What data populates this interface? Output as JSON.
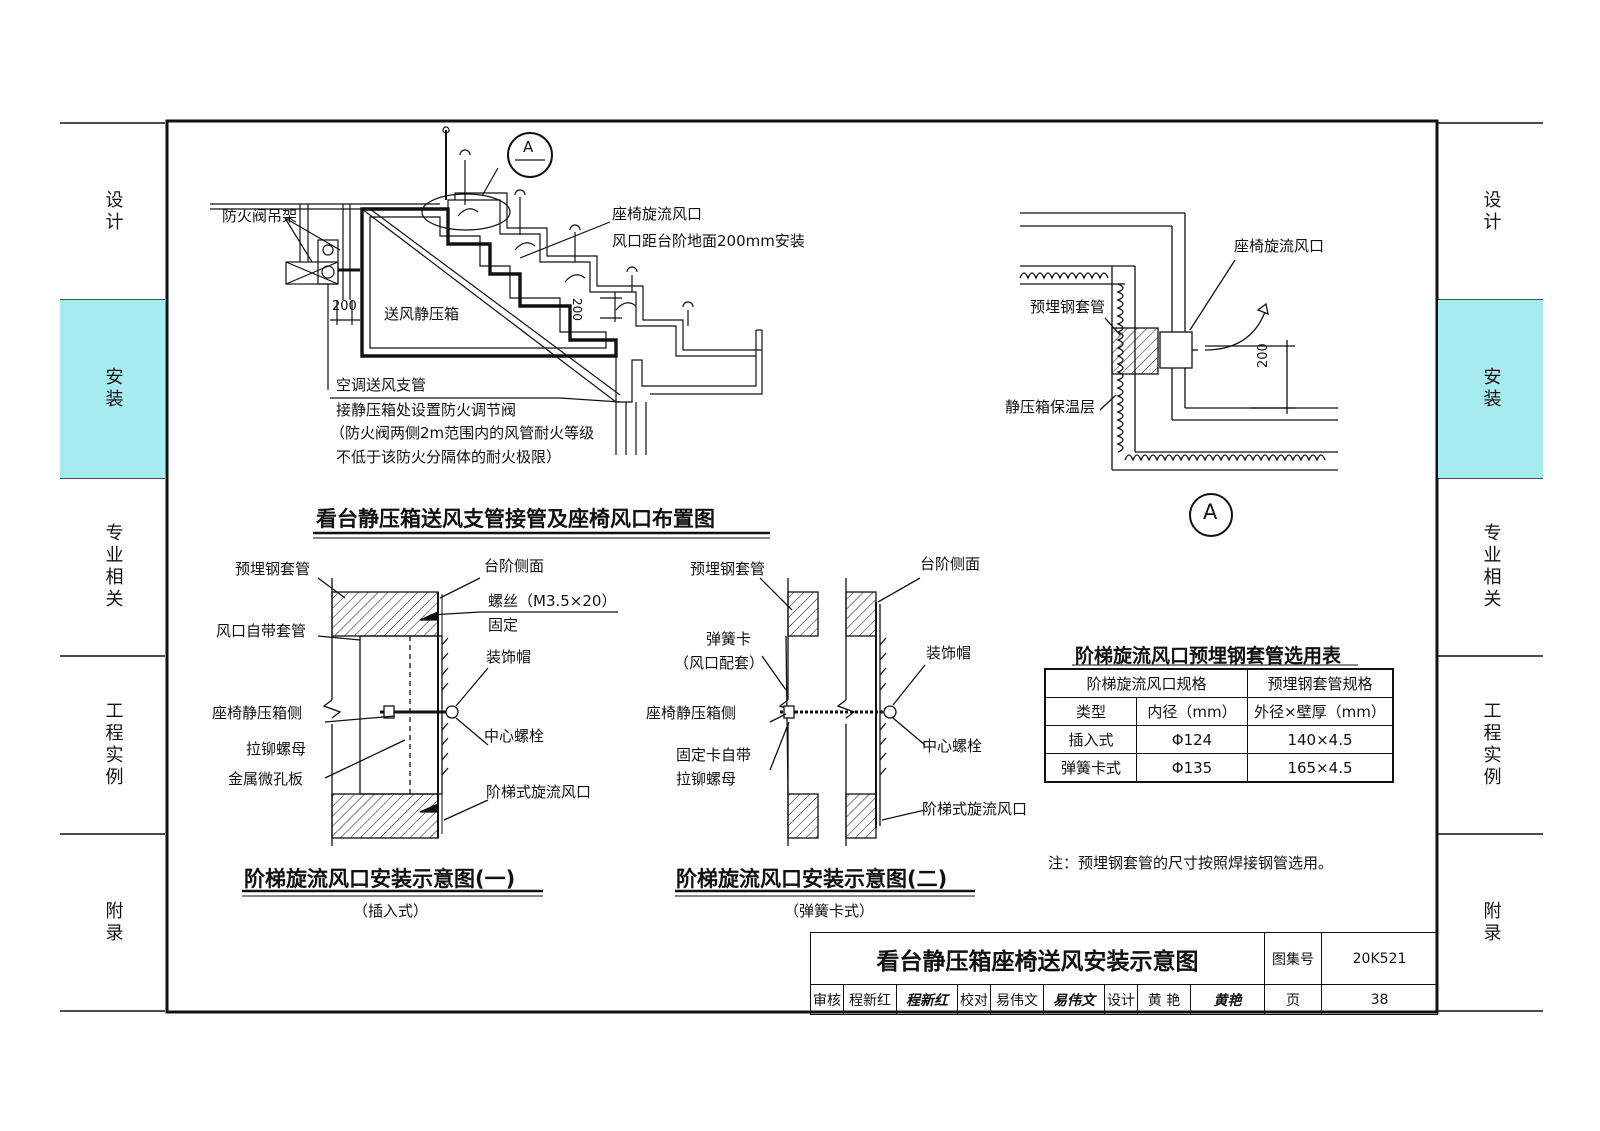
{
  "side_tabs": [
    {
      "label": "设计",
      "active": false
    },
    {
      "label": "安装",
      "active": true
    },
    {
      "label": "专业相关",
      "active": false
    },
    {
      "label": "工程实例",
      "active": false
    },
    {
      "label": "附录",
      "active": false
    }
  ],
  "accent_color": "#a6ecef",
  "layout_plan": {
    "title": "看台静压箱送风支管接管及座椅风口布置图",
    "labels": {
      "damper_hanger": "防火阀吊架",
      "dim_200_left": "200",
      "plenum": "送风静压箱",
      "ac_branch": "空调送风支管",
      "note1": "接静压箱处设置防火调节阀",
      "note2": "（防火阀两侧2m范围内的风管耐火等级",
      "note3": "不低于该防火分隔体的耐火极限）",
      "seat_outlet": "座椅旋流风口",
      "outlet_height": "风口距台阶地面200mm安装",
      "dim_200_step": "200",
      "callout": "A"
    }
  },
  "detail_a": {
    "label": "A",
    "seat_outlet": "座椅旋流风口",
    "embedded_sleeve": "预埋钢套管",
    "insulation": "静压箱保温层",
    "dim_200": "200"
  },
  "install_1": {
    "title": "阶梯旋流风口安装示意图(一)",
    "subtitle": "（插入式）",
    "labels": {
      "embedded_sleeve": "预埋钢套管",
      "self_sleeve": "风口自带套管",
      "box_side": "座椅静压箱侧",
      "rivet_nut": "拉铆螺母",
      "perforated": "金属微孔板",
      "step_side": "台阶侧面",
      "screw": "螺丝（M3.5×20）",
      "fix": "固定",
      "cap": "装饰帽",
      "bolt": "中心螺栓",
      "outlet": "阶梯式旋流风口"
    }
  },
  "install_2": {
    "title": "阶梯旋流风口安装示意图(二)",
    "subtitle": "（弹簧卡式）",
    "labels": {
      "embedded_sleeve": "预埋钢套管",
      "spring_clip": "弹簧卡",
      "clip_note": "（风口配套）",
      "box_side": "座椅静压箱侧",
      "fix_clip": "固定卡自带",
      "rivet_nut": "拉铆螺母",
      "step_side": "台阶侧面",
      "cap": "装饰帽",
      "bolt": "中心螺栓",
      "outlet": "阶梯式旋流风口"
    }
  },
  "spec_table": {
    "title": "阶梯旋流风口预埋钢套管选用表",
    "header1": [
      "阶梯旋流风口规格",
      "预埋钢套管规格"
    ],
    "header2": [
      "类型",
      "内径（mm）",
      "外径×壁厚（mm）"
    ],
    "rows": [
      [
        "插入式",
        "Φ124",
        "140×4.5"
      ],
      [
        "弹簧卡式",
        "Φ135",
        "165×4.5"
      ]
    ]
  },
  "note": "注：预埋钢套管的尺寸按照焊接钢管选用。",
  "title_block": {
    "drawing_title": "看台静压箱座椅送风安装示意图",
    "atlas_label": "图集号",
    "atlas_no": "20K521",
    "review_label": "审核",
    "reviewer": "程新红",
    "reviewer_sig": "程新红",
    "check_label": "校对",
    "checker": "易伟文",
    "checker_sig": "易伟文",
    "design_label": "设计",
    "designer": "黄 艳",
    "designer_sig": "黄艳",
    "page_label": "页",
    "page_no": "38"
  }
}
